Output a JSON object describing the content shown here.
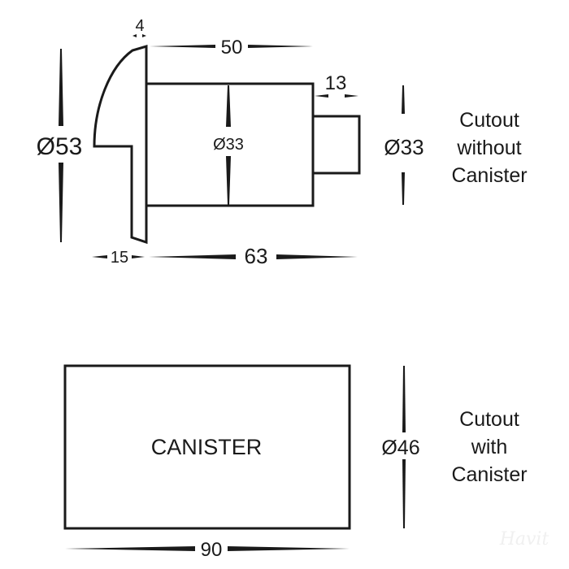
{
  "drawing": {
    "top_view": {
      "caption": [
        "Cutout",
        "without",
        "Canister"
      ],
      "dimensions": {
        "flange_thickness": "4",
        "body_length": "50",
        "rear_length": "13",
        "flange_diameter": "Ø53",
        "body_diameter": "Ø33",
        "cutout_diameter": "Ø33",
        "front_depth": "15",
        "total_depth": "63"
      }
    },
    "bottom_view": {
      "caption": [
        "Cutout",
        "with",
        "Canister"
      ],
      "box_label": "CANISTER",
      "dimensions": {
        "length": "90",
        "cutout_diameter": "Ø46"
      }
    },
    "watermark": "Havit",
    "colors": {
      "line": "#1a1a1a",
      "background": "#ffffff"
    }
  }
}
